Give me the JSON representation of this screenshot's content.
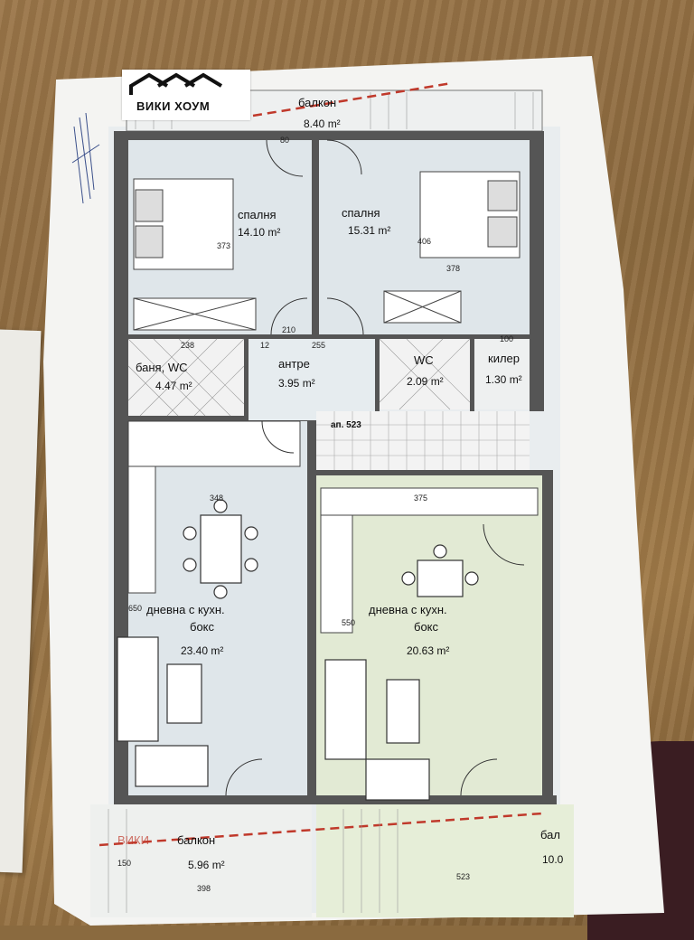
{
  "logo": {
    "text": "ВИКИ ХОУМ"
  },
  "rooms": {
    "balcony_top": {
      "name": "балкон",
      "area": "8.40 m²"
    },
    "bedroom1": {
      "name": "спалня",
      "area": "14.10 m²"
    },
    "bedroom2": {
      "name": "спалня",
      "area": "15.31 m²"
    },
    "bath": {
      "name": "баня, WC",
      "area": "4.47 m²"
    },
    "entry": {
      "name": "антре",
      "area": "3.95 m²"
    },
    "wc": {
      "name": "WC",
      "area": "2.09 m²"
    },
    "storage": {
      "name": "килер",
      "area": "1.30 m²"
    },
    "stairs": {
      "name": "ап. 523"
    },
    "living1": {
      "name_line1": "дневна с кухн.",
      "name_line2": "бокс",
      "area": "23.40 m²"
    },
    "living2": {
      "name_line1": "дневна с кухн.",
      "name_line2": "бокс",
      "area": "20.63 m²"
    },
    "balcony_bl": {
      "name": "балкон",
      "watermark": "ВИКИ",
      "area": "5.96 m²"
    },
    "balcony_br": {
      "name": "бал",
      "area": "10.0"
    }
  },
  "dimensions": {
    "d373": "373",
    "d406": "406",
    "d378": "378",
    "d238": "238",
    "d255": "255",
    "d348": "348",
    "d375": "375",
    "d650": "650",
    "d550": "550",
    "d398": "398",
    "d523": "523",
    "d150": "150",
    "d80": "80",
    "d210": "210",
    "d100": "100",
    "d12": "12"
  },
  "colors": {
    "paper": "#f4f4f2",
    "wall": "#555555",
    "room_tint": "#dfe6ea",
    "living2_tint": "#dfe8cf",
    "dash_red": "#c0392b",
    "wood": "#8c6a3e"
  }
}
